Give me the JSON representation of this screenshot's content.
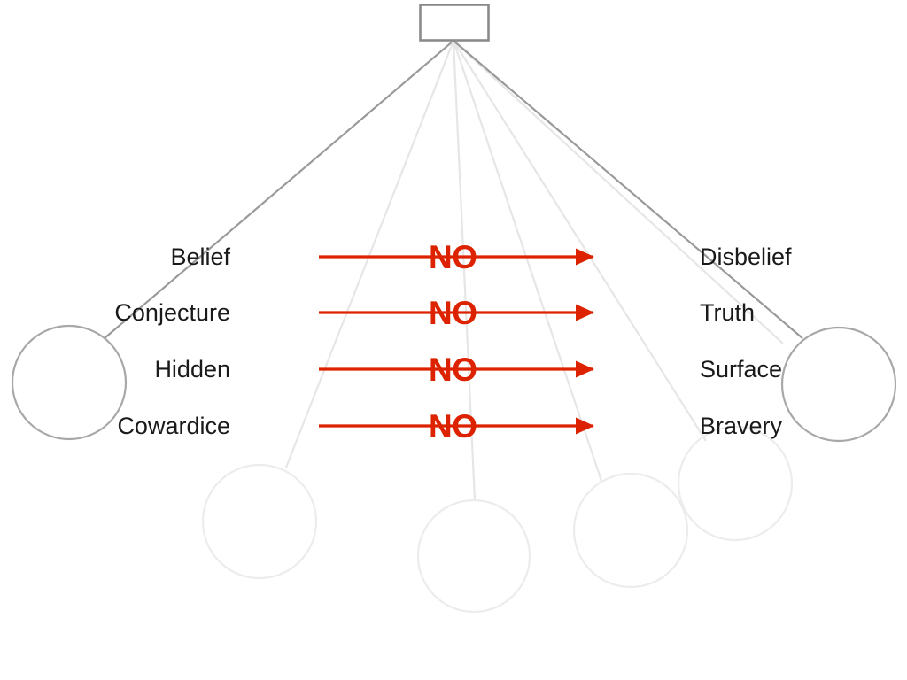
{
  "diagram": {
    "title_box": {
      "label": "",
      "border_color": "#8a8a8a",
      "fill_color": "#ffffff"
    },
    "colors": {
      "red_accent": "#dd2200",
      "line_dark": "#9a9a9a",
      "line_faded": "#e6e6e6",
      "circle_dark": "#a8a8a8",
      "circle_faded": "#ececec",
      "text": "#1a1a1a",
      "background": "#ffffff"
    },
    "left_labels": [
      {
        "text": "Belief"
      },
      {
        "text": "Conjecture"
      },
      {
        "text": "Hidden"
      },
      {
        "text": "Cowardice"
      }
    ],
    "right_labels": [
      {
        "text": "Disbelief"
      },
      {
        "text": "Truth"
      },
      {
        "text": "Surface"
      },
      {
        "text": "Bravery"
      }
    ],
    "arrows": [
      {
        "word": "NO"
      },
      {
        "word": "NO"
      },
      {
        "word": "NO"
      },
      {
        "word": "NO"
      }
    ],
    "pairs": [
      {
        "from": "Belief",
        "relation": "NO",
        "to": "Disbelief"
      },
      {
        "from": "Conjecture",
        "relation": "NO",
        "to": "Truth"
      },
      {
        "from": "Hidden",
        "relation": "NO",
        "to": "Surface"
      },
      {
        "from": "Cowardice",
        "relation": "NO",
        "to": "Bravery"
      }
    ],
    "node_count": 7,
    "highlighted_node_count": 2
  }
}
